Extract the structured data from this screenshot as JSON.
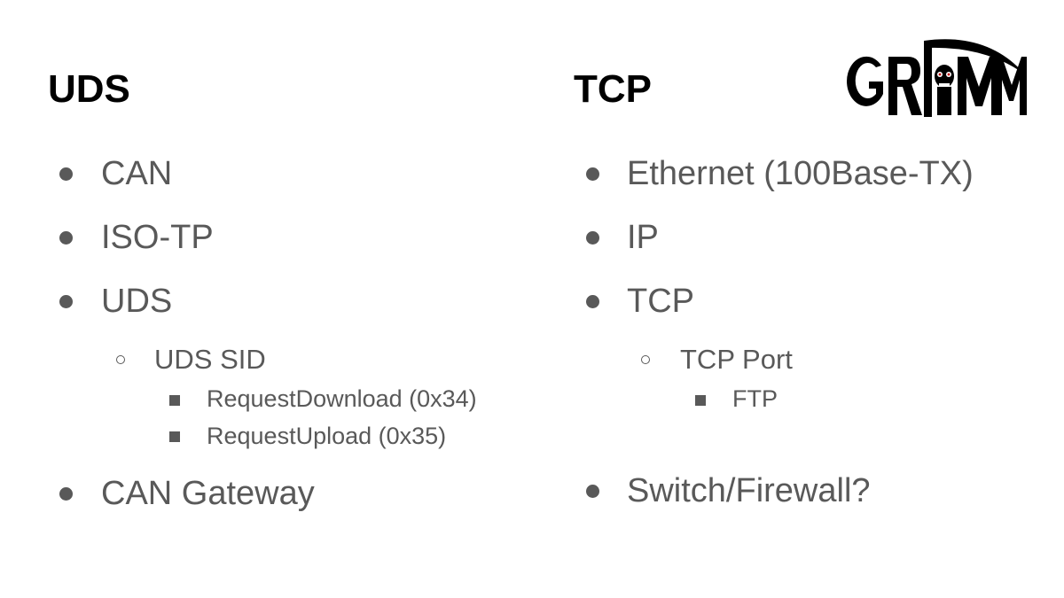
{
  "left": {
    "title": "UDS",
    "items": [
      {
        "label": "CAN"
      },
      {
        "label": "ISO-TP"
      },
      {
        "label": "UDS"
      },
      {
        "label": "UDS SID"
      },
      {
        "label": "RequestDownload (0x34)"
      },
      {
        "label": "RequestUpload (0x35)"
      },
      {
        "label": "CAN Gateway"
      }
    ]
  },
  "right": {
    "title": "TCP",
    "items": [
      {
        "label": "Ethernet (100Base-TX)"
      },
      {
        "label": "IP"
      },
      {
        "label": "TCP"
      },
      {
        "label": "TCP Port"
      },
      {
        "label": "FTP"
      },
      {
        "label": "Switch/Firewall?"
      }
    ]
  },
  "logo": {
    "text": "GRIMM",
    "icon": "skull-icon",
    "color": "#000000"
  },
  "colors": {
    "title": "#000000",
    "body": "#595959",
    "background": "#ffffff"
  }
}
